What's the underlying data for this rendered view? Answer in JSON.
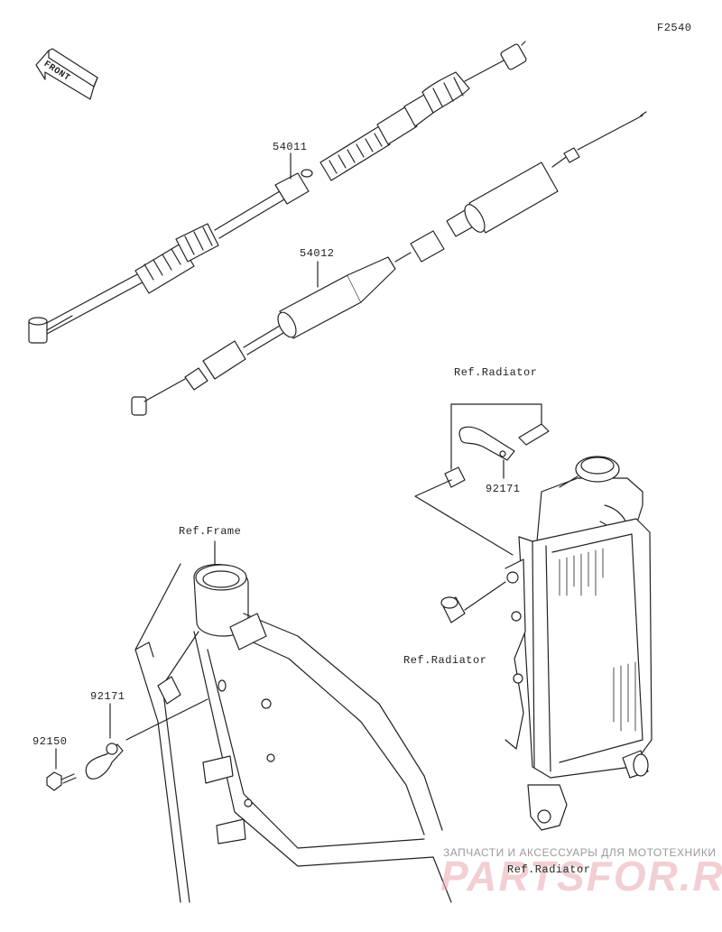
{
  "diagram_code": "F2540",
  "front_marker": "FRONT",
  "parts": {
    "clutch_cable": "54011",
    "throttle_cable": "54012",
    "clamp_upper": "92171",
    "clamp_lower": "92171",
    "bolt": "92150"
  },
  "refs": {
    "radiator_top": "Ref.Radiator",
    "radiator_mid": "Ref.Radiator",
    "radiator_bottom": "Ref.Radiator",
    "frame": "Ref.Frame"
  },
  "watermark": {
    "caption": "ЗАПЧАСТИ И АКСЕССУАРЫ ДЛЯ МОТОТЕХНИКИ",
    "brand": "PARTSFOR.RU"
  },
  "colors": {
    "line": "#222222",
    "watermark": "#e8a8b0"
  }
}
